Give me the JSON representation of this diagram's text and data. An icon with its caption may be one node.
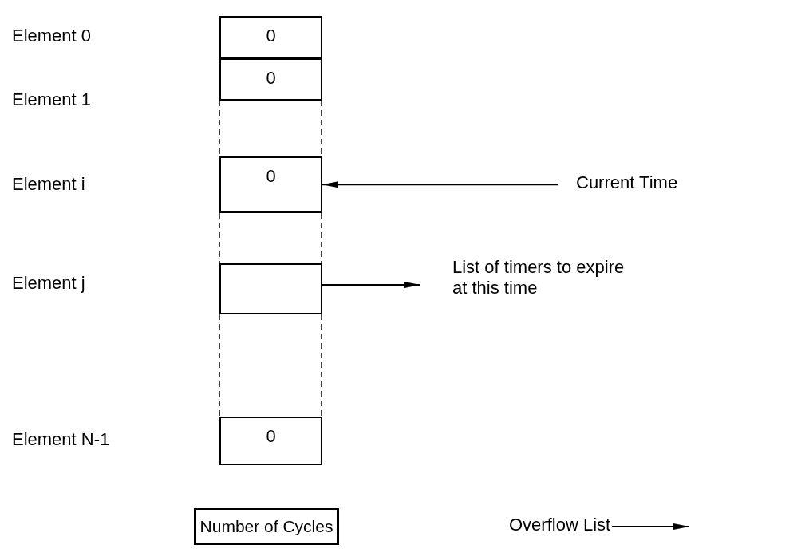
{
  "diagram": {
    "nodes": [
      {
        "text": [
          "0"
        ]
      },
      {
        "text": [
          "0"
        ]
      },
      {
        "text": [
          "0"
        ]
      },
      {
        "text": [],
        "shape": "box"
      },
      {
        "text": [
          "0"
        ]
      },
      {
        "text": [
          "Current Time"
        ]
      },
      {
        "text": [
          "List of timers to expire at this time"
        ]
      },
      {
        "text": [
          "Number of Cycles"
        ]
      },
      {
        "text": [
          "Overflow List"
        ]
      }
    ],
    "edges": [
      {
        "from": 5,
        "to": 2,
        "arrow": "to"
      },
      {
        "from": 3,
        "to": 6,
        "arrow": "to"
      },
      {
        "from": 8,
        "to": null,
        "arrow": "to"
      }
    ],
    "labels": [
      "Element 0",
      "Element 1",
      "Element i",
      "Element j",
      "Element N-1"
    ]
  }
}
